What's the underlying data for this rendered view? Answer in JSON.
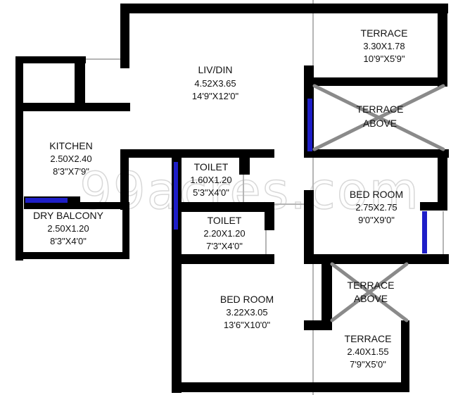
{
  "watermark": "99acres.com",
  "rooms": {
    "liv_din": {
      "name": "LIV/DIN",
      "dim_m": "4.52X3.65",
      "dim_ft": "14'9\"X12'0\""
    },
    "kitchen": {
      "name": "KITCHEN",
      "dim_m": "2.50X2.40",
      "dim_ft": "8'3\"X7'9\""
    },
    "dry_balcony": {
      "name": "DRY BALCONY",
      "dim_m": "2.50X1.20",
      "dim_ft": "8'3\"X4'0\""
    },
    "toilet_1": {
      "name": "TOILET",
      "dim_m": "1.60X1.20",
      "dim_ft": "5'3\"X4'0\""
    },
    "toilet_2": {
      "name": "TOILET",
      "dim_m": "2.20X1.20",
      "dim_ft": "7'3\"X4'0\""
    },
    "terrace_top": {
      "name": "TERRACE",
      "dim_m": "3.30X1.78",
      "dim_ft": "10'9\"X5'9\""
    },
    "terrace_above_1": {
      "line1": "TERRACE",
      "line2": "ABOVE"
    },
    "bed_room_1": {
      "name": "BED ROOM",
      "dim_m": "2.75X2.75",
      "dim_ft": "9'0\"X9'0\""
    },
    "bed_room_2": {
      "name": "BED ROOM",
      "dim_m": "3.22X3.05",
      "dim_ft": "13'6\"X10'0\""
    },
    "terrace_above_2": {
      "line1": "TERRACE",
      "line2": "ABOVE"
    },
    "terrace_bottom": {
      "name": "TERRACE",
      "dim_m": "2.40X1.55",
      "dim_ft": "7'9\"X5'0\""
    }
  },
  "colors": {
    "wall": "#000000",
    "window": "#1e1ec8",
    "grid": "#b5b5b5",
    "cross": "#8a8a8a"
  }
}
